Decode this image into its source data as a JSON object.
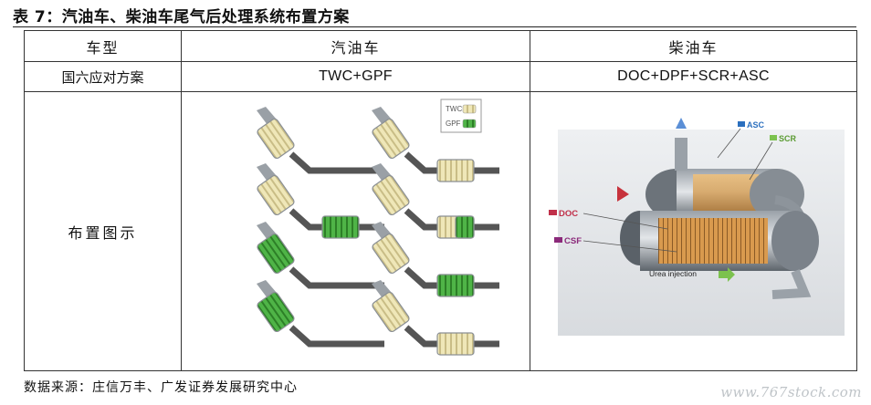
{
  "title": "表 7：汽油车、柴油车尾气后处理系统布置方案",
  "table": {
    "header": [
      "车型",
      "汽油车",
      "柴油车"
    ],
    "row_scheme": {
      "label": "国六应对方案",
      "gasoline": "TWC+GPF",
      "diesel": "DOC+DPF+SCR+ASC"
    },
    "row_diagram": {
      "label": "布置图示"
    }
  },
  "gasoline_legend": [
    "TWC",
    "GPF"
  ],
  "diesel_labels": {
    "asc": "ASC",
    "scr": "SCR",
    "doc": "DOC",
    "csf": "CSF",
    "urea": "Urea injection"
  },
  "colors": {
    "twc": "#efe7b8",
    "gpf": "#4fb447",
    "pipe": "#555555",
    "asc": "#2b6fbe",
    "scr": "#7cc24e",
    "doc": "#c0304a",
    "csf": "#8b2a7a"
  },
  "source": "数据来源：庄信万丰、广发证券发展研究中心",
  "watermark": "www.767stock.com"
}
